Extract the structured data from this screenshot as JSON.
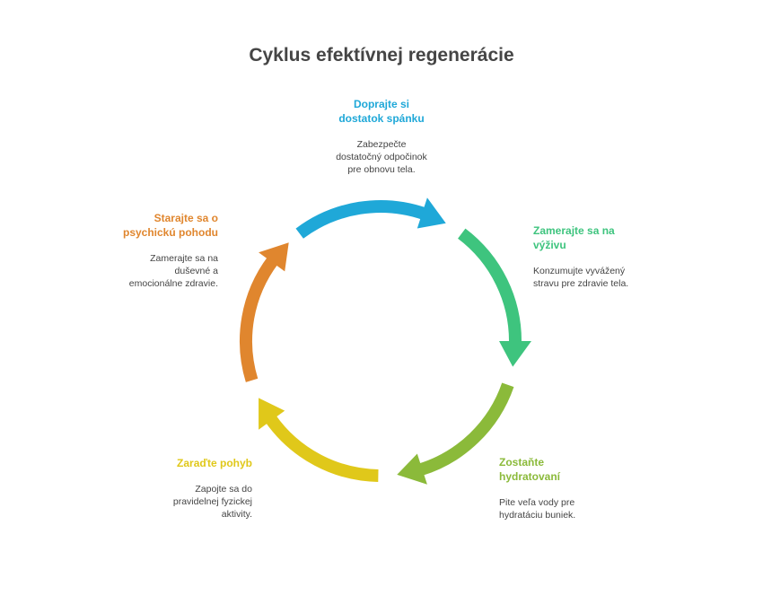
{
  "title": "Cyklus efektívnej regenerácie",
  "steps": [
    {
      "title_line1": "Doprajte si",
      "title_line2": "dostatok spánku",
      "desc_line1": "Zabezpečte",
      "desc_line2": "dostatočný odpočinok",
      "desc_line3": "pre obnovu tela.",
      "color": "#1fa8d8"
    },
    {
      "title_line1": "Zamerajte sa na",
      "title_line2": "výživu",
      "desc_line1": "Konzumujte vyvážený",
      "desc_line2": "stravu pre zdravie tela.",
      "color": "#3ec47e"
    },
    {
      "title_line1": "Zostaňte",
      "title_line2": "hydratovaní",
      "desc_line1": "Pite veľa vody pre",
      "desc_line2": "hydratáciu buniek.",
      "color": "#8bba3a"
    },
    {
      "title_line1": "Zaraďte pohyb",
      "desc_line1": "Zapojte sa do",
      "desc_line2": "pravidelnej fyzickej",
      "desc_line3": "aktivity.",
      "color": "#e0c81a"
    },
    {
      "title_line1": "Starajte sa o",
      "title_line2": "psychickú pohodu",
      "desc_line1": "Zamerajte sa na",
      "desc_line2": "duševné a",
      "desc_line3": "emocionálne zdravie.",
      "color": "#e0862e"
    }
  ]
}
